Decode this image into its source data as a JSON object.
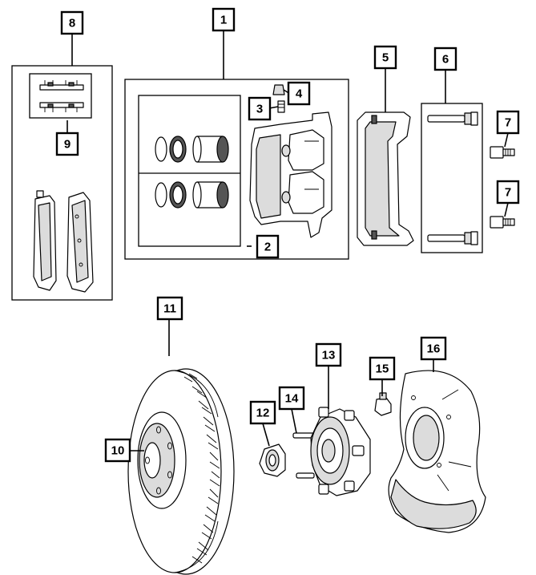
{
  "callouts": {
    "c1": "1",
    "c2": "2",
    "c3": "3",
    "c4": "4",
    "c5": "5",
    "c6": "6",
    "c7a": "7",
    "c7b": "7",
    "c8": "8",
    "c9": "9",
    "c10": "10",
    "c11": "11",
    "c12": "12",
    "c13": "13",
    "c14": "14",
    "c15": "15",
    "c16": "16"
  },
  "colors": {
    "line": "#000000",
    "background": "#ffffff",
    "shade": "#dcdcdc"
  }
}
